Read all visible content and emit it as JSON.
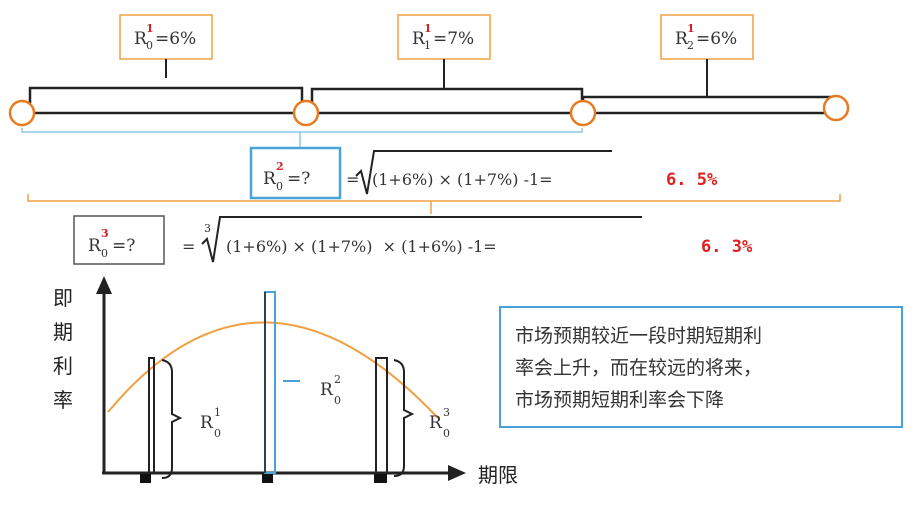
{
  "rate_boxes": [
    {
      "base": "R",
      "sup": "1",
      "sub": "0",
      "value": "=6%"
    },
    {
      "base": "R",
      "sup": "1",
      "sub": "1",
      "value": "=7%"
    },
    {
      "base": "R",
      "sup": "1",
      "sub": "2",
      "value": "=6%"
    }
  ],
  "formula2": {
    "base": "R",
    "sup": "2",
    "sub": "0",
    "query": "=?",
    "eq": "=",
    "expr": "(1+6%) × (1+7%) -1=",
    "result": "6. 5%"
  },
  "formula3": {
    "base": "R",
    "sup": "3",
    "sub": "0",
    "query": "=?",
    "eq": "=",
    "root_index": "3",
    "expr": "(1+6%) × (1+7%)  × (1+6%) -1=",
    "result": "6. 3%"
  },
  "chart": {
    "y_axis_chars": [
      "即",
      "期",
      "利",
      "率"
    ],
    "x_axis_label": "期限",
    "bar_labels": [
      {
        "base": "R",
        "sup": "1",
        "sub": "0"
      },
      {
        "base": "R",
        "sup": "2",
        "sub": "0"
      },
      {
        "base": "R",
        "sup": "3",
        "sub": "0"
      }
    ]
  },
  "note_lines": [
    "市场预期较近一段时期短期利",
    "率会上升，而在较远的将来，",
    "市场预期短期利率会下降"
  ],
  "colors": {
    "orange": "#f0a040",
    "blue": "#4aa3d8",
    "red": "#d0202a",
    "dark": "#222222"
  }
}
